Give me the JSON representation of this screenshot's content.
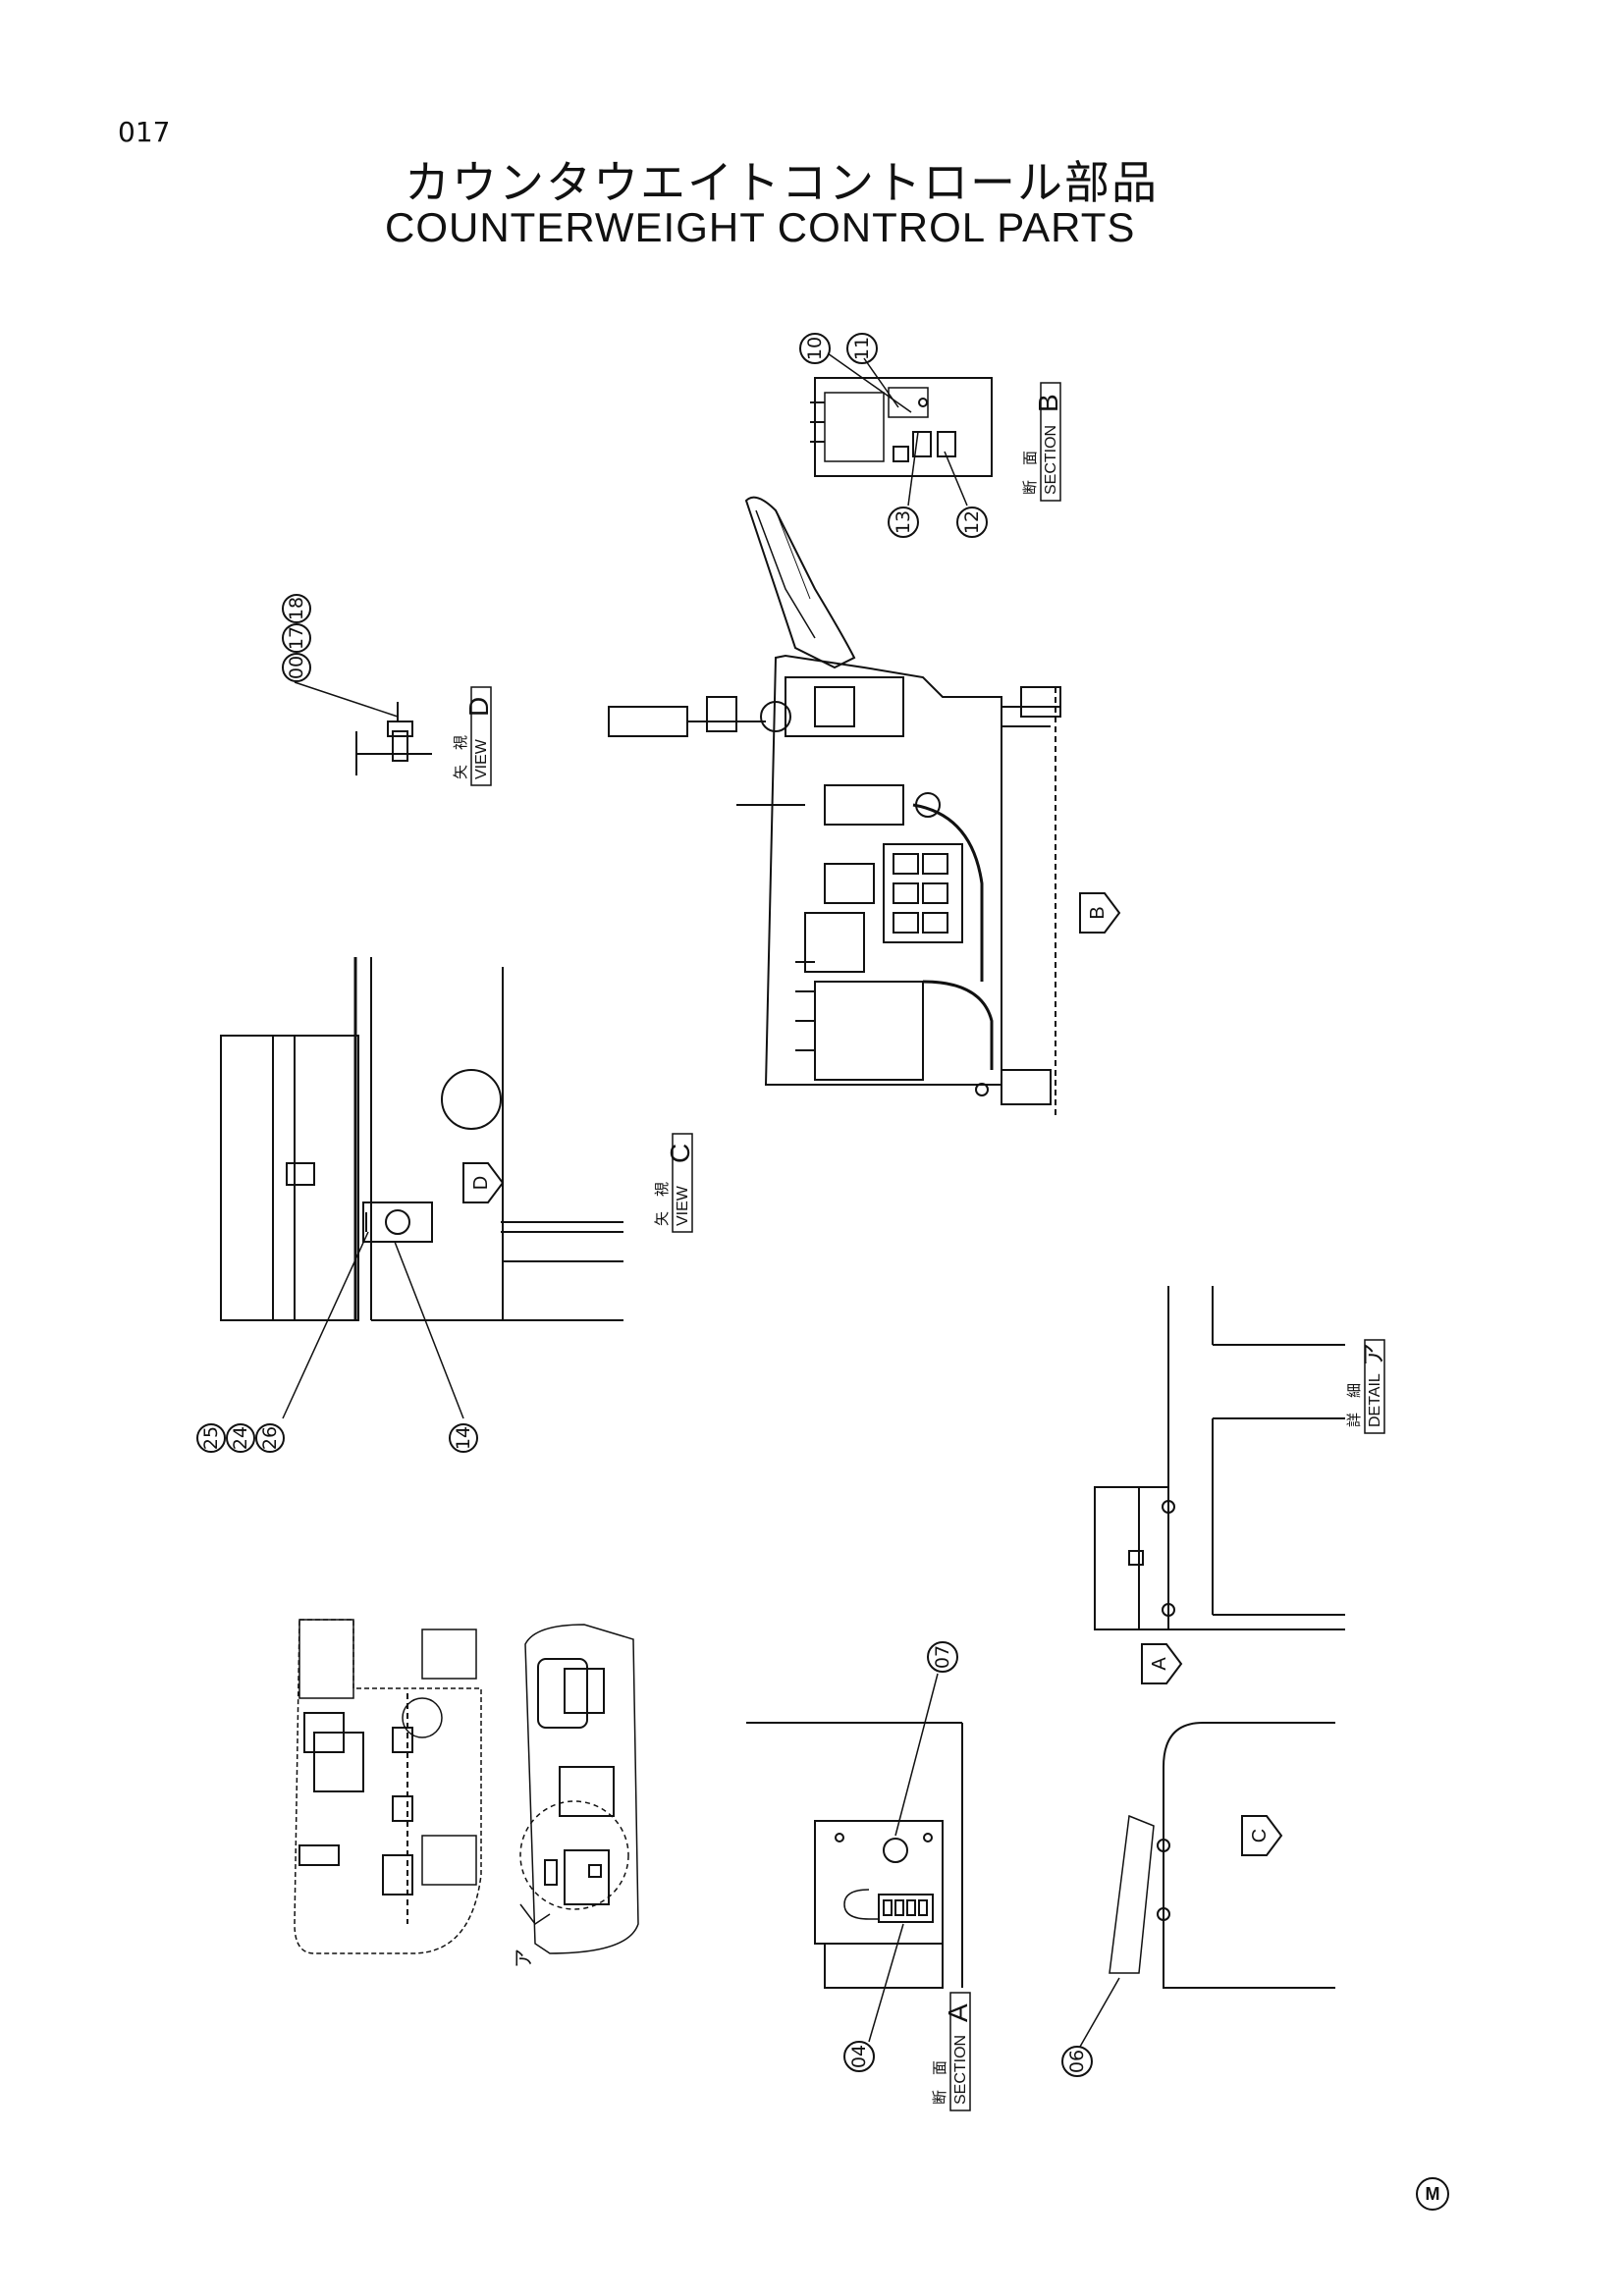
{
  "page": {
    "number": "017",
    "title_jp": "カウンタウエイトコントロール部品",
    "title_en": "COUNTERWEIGHT CONTROL PARTS",
    "corner_mark": "M"
  },
  "views": {
    "section_b": {
      "jp": "断　面",
      "label": "SECTION",
      "letter": "B"
    },
    "view_d": {
      "jp": "矢　視",
      "label": "VIEW",
      "letter": "D"
    },
    "view_c": {
      "jp": "矢　視",
      "label": "VIEW",
      "letter": "C"
    },
    "detail_a": {
      "jp": "詳　細",
      "label": "DETAIL",
      "letter": "ア"
    },
    "section_a": {
      "jp": "断　面",
      "label": "SECTION",
      "letter": "A"
    }
  },
  "arrows": {
    "b": "B",
    "d": "D",
    "a": "A",
    "c": "C",
    "a_kana": "ア"
  },
  "callouts": [
    "10",
    "11",
    "12",
    "13",
    "00",
    "17",
    "18",
    "25",
    "24",
    "26",
    "14",
    "07",
    "04",
    "06"
  ],
  "colors": {
    "ink": "#111111",
    "paper": "#ffffff"
  }
}
